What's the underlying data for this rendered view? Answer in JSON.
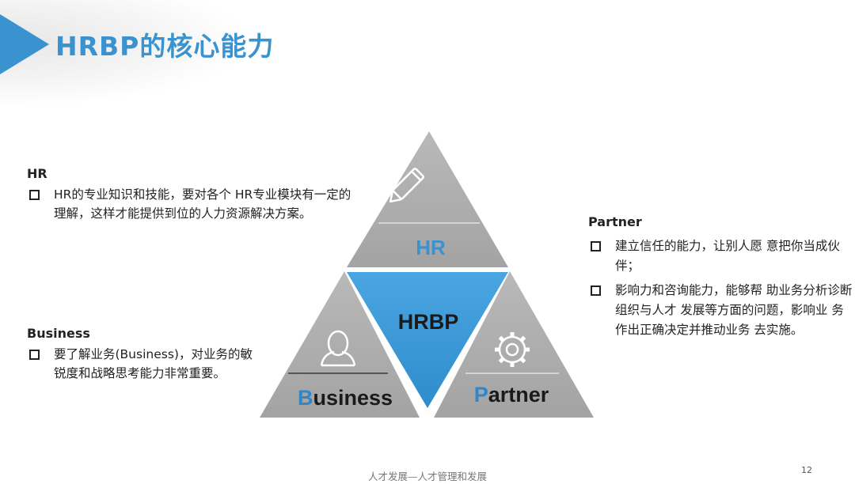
{
  "page": {
    "title": "HRBP的核心能力",
    "footer": "人才发展—人才管理和发展",
    "page_number": "12"
  },
  "colors": {
    "accent_blue": "#3a93cf",
    "triangle_gray": "#a8a8a8",
    "center_blue": "#3c9ad8"
  },
  "diagram": {
    "center_label": "HRBP",
    "top": {
      "label": "HR",
      "icon": "pencil-icon"
    },
    "left": {
      "initial": "B",
      "rest": "usiness",
      "icon": "user-icon"
    },
    "right": {
      "initial": "P",
      "rest": "artner",
      "icon": "gear-icon"
    }
  },
  "hr_block": {
    "heading": "HR",
    "bullets": [
      "HR的专业知识和技能，要对各个 HR专业模块有一定的理解，这样才能提供到位的人力资源解决方案。"
    ]
  },
  "business_block": {
    "heading": "Business",
    "bullets": [
      "要了解业务(Business)，对业务的敏锐度和战略思考能力非常重要。"
    ]
  },
  "partner_block": {
    "heading": "Partner",
    "bullets": [
      "建立信任的能力，让别人愿 意把你当成伙伴；",
      "影响力和咨询能力，能够帮 助业务分析诊断组织与人才 发展等方面的问题，影响业 务作出正确决定并推动业务 去实施。"
    ]
  }
}
